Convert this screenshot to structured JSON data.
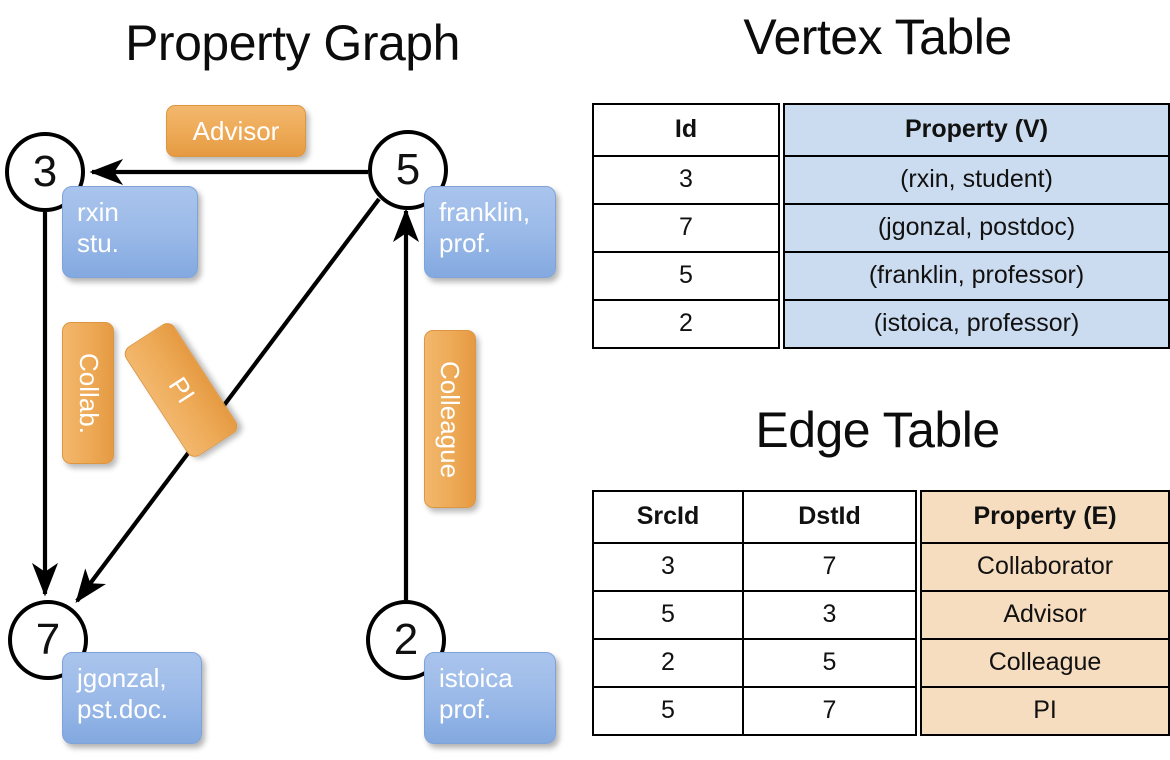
{
  "titles": {
    "property_graph": "Property Graph",
    "vertex_table": "Vertex Table",
    "edge_table": "Edge Table"
  },
  "graph": {
    "nodes": [
      {
        "id": "3",
        "label": "3",
        "property": "rxin\nstu."
      },
      {
        "id": "5",
        "label": "5",
        "property": "franklin,\nprof."
      },
      {
        "id": "7",
        "label": "7",
        "property": "jgonzal,\npst.doc."
      },
      {
        "id": "2",
        "label": "2",
        "property": "istoica\nprof."
      }
    ],
    "node_properties": {
      "rxin_line1": "rxin",
      "rxin_line2": "stu.",
      "franklin_line1": "franklin,",
      "franklin_line2": "prof.",
      "jgonzal_line1": "jgonzal,",
      "jgonzal_line2": "pst.doc.",
      "istoica_line1": "istoica",
      "istoica_line2": "prof."
    },
    "edge_labels": {
      "advisor": "Advisor",
      "collab": "Collab.",
      "pi": "PI",
      "colleague": "Colleague"
    },
    "edges": [
      {
        "src": "5",
        "dst": "3",
        "label": "Advisor"
      },
      {
        "src": "3",
        "dst": "7",
        "label": "Collab."
      },
      {
        "src": "5",
        "dst": "7",
        "label": "PI"
      },
      {
        "src": "2",
        "dst": "5",
        "label": "Colleague"
      }
    ]
  },
  "vertex_table": {
    "headers": [
      "Id",
      "Property (V)"
    ],
    "rows": [
      {
        "id": "3",
        "property": "(rxin, student)"
      },
      {
        "id": "7",
        "property": "(jgonzal, postdoc)"
      },
      {
        "id": "5",
        "property": "(franklin, professor)"
      },
      {
        "id": "2",
        "property": "(istoica, professor)"
      }
    ]
  },
  "edge_table": {
    "headers": [
      "SrcId",
      "DstId",
      "Property (E)"
    ],
    "rows": [
      {
        "src": "3",
        "dst": "7",
        "property": "Collaborator"
      },
      {
        "src": "5",
        "dst": "3",
        "property": "Advisor"
      },
      {
        "src": "2",
        "dst": "5",
        "property": "Colleague"
      },
      {
        "src": "5",
        "dst": "7",
        "property": "PI"
      }
    ]
  },
  "colors": {
    "vertex_property_fill": "#ccdcf0",
    "edge_property_fill": "#f6ddc0",
    "node_property_box": "#9dbbe9",
    "edge_label_box": "#eeab58",
    "background": "#ffffff",
    "stroke": "#000000"
  }
}
